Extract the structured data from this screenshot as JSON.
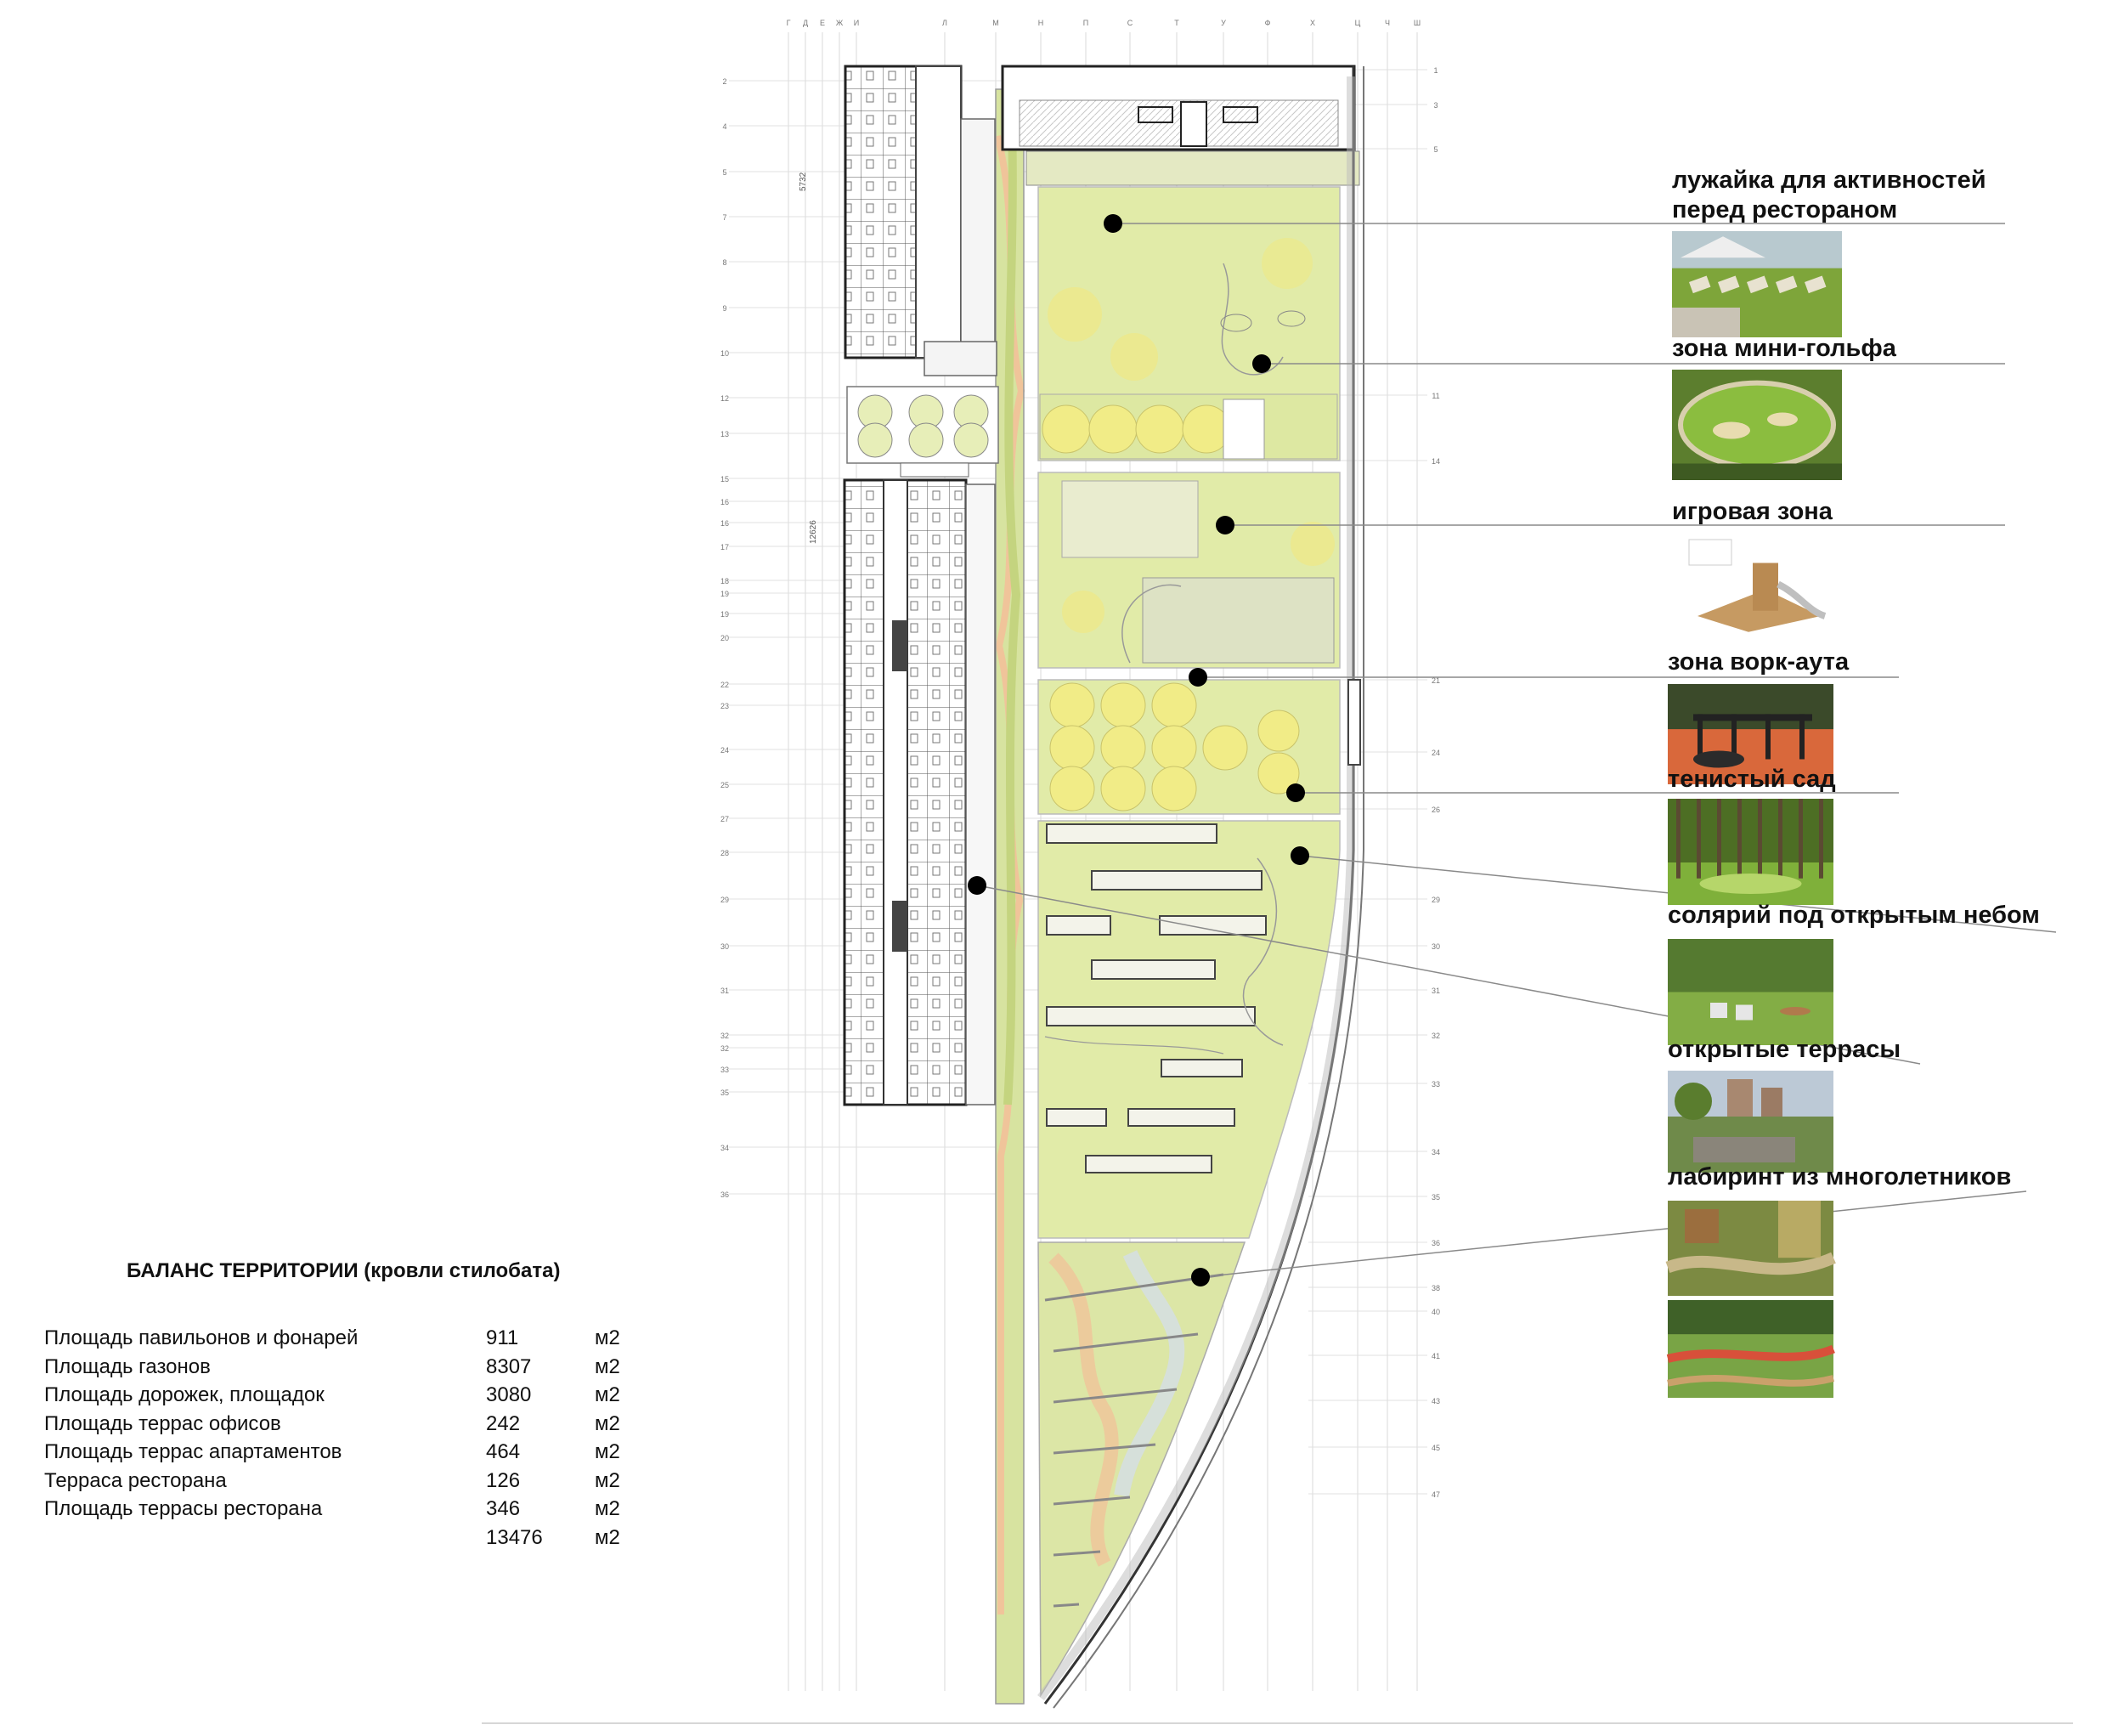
{
  "colors": {
    "lawn": "#dfe9a4",
    "lawn_light": "#e9f0bd",
    "path": "#f2f2f2",
    "building_line": "#333333",
    "tree_fill": "#f1ec87",
    "strip_green": "#cfdf8e",
    "strip_orange": "#f0c49a",
    "strip_gray": "#d9dcd4",
    "leader": "#8a8a8a"
  },
  "zones": [
    {
      "label": "лужайка для активностей\nперед рестораном",
      "photo": "deck-chairs-on-lawn"
    },
    {
      "label": "зона мини-гольфа",
      "photo": "mini-golf-course"
    },
    {
      "label": "игровая зона",
      "photo": "wooden-play-structure"
    },
    {
      "label": "зона ворк-аута",
      "photo": "workout-equipment"
    },
    {
      "label": "тенистый сад",
      "photo": "shaded-tree-garden"
    },
    {
      "label": "солярий под открытым небом",
      "photo": "sunbathing-lawn"
    },
    {
      "label": "открытые террасы",
      "photo": "open-terrace"
    },
    {
      "label": "лабиринт из многолетников",
      "photo": "perennial-maze"
    }
  ],
  "extra_photo": "flower-beds-garden",
  "balance": {
    "title": "БАЛАНС ТЕРРИТОРИИ (кровли стилобата)",
    "rows": [
      {
        "label": "Площадь павильонов и фонарей",
        "value": "911",
        "unit": "м2"
      },
      {
        "label": "Площадь газонов",
        "value": "8307",
        "unit": "м2"
      },
      {
        "label": "Площадь дорожек, площадок",
        "value": "3080",
        "unit": "м2"
      },
      {
        "label": "Площадь террас офисов",
        "value": "242",
        "unit": "м2"
      },
      {
        "label": "Площадь террас апартаментов",
        "value": "464",
        "unit": "м2"
      },
      {
        "label": "Терраса ресторана",
        "value": "126",
        "unit": "м2"
      },
      {
        "label": "Площадь террасы ресторана",
        "value": "346",
        "unit": "м2"
      },
      {
        "label": "",
        "value": "13476",
        "unit": "м2"
      }
    ]
  },
  "grid": {
    "columns": [
      "Г",
      "Д",
      "Е",
      "Ж",
      "И",
      "Л",
      "М",
      "Н",
      "П",
      "С",
      "Т",
      "У",
      "Ф",
      "Х",
      "Ц",
      "Ч",
      "Ш"
    ],
    "rows_left": [
      "2",
      "4",
      "5",
      "7",
      "8",
      "9",
      "10",
      "12",
      "13",
      "15",
      "16",
      "16",
      "17",
      "18",
      "19",
      "19",
      "20",
      "22",
      "23",
      "24",
      "25",
      "27",
      "28",
      "29",
      "30",
      "31",
      "32",
      "32",
      "33",
      "35",
      "34",
      "36"
    ],
    "rows_right": [
      "1",
      "3",
      "5",
      "11",
      "14",
      "21",
      "24",
      "26",
      "29",
      "30",
      "31",
      "32",
      "33",
      "34",
      "35",
      "36",
      "38",
      "40",
      "41",
      "43",
      "45",
      "47"
    ],
    "dims": [
      "5732",
      "12626"
    ]
  }
}
